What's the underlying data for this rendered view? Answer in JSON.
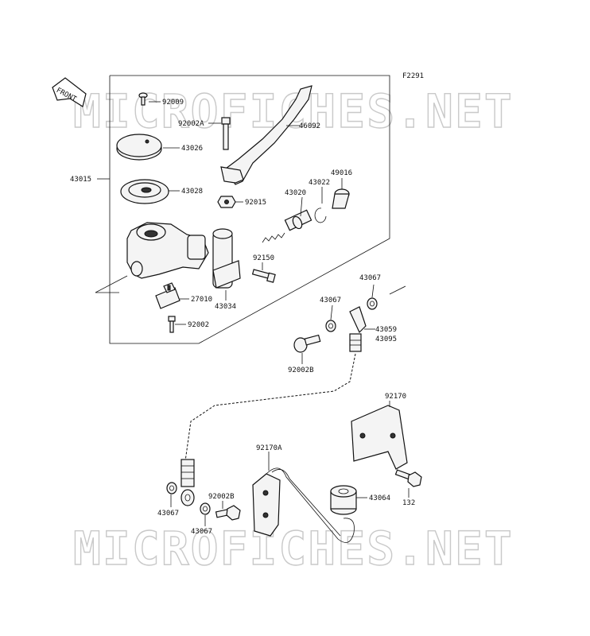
{
  "diagram": {
    "figure_code": "F2291",
    "front_arrow_label": "FRONT",
    "watermark": "MICROFICHES.NET",
    "parts": {
      "p92009": "92009",
      "p92002A": "92002A",
      "p46092": "46092",
      "p43026": "43026",
      "p43015": "43015",
      "p43028": "43028",
      "p92015": "92015",
      "p43020": "43020",
      "p43022": "43022",
      "p49016": "49016",
      "p92150": "92150",
      "p27010": "27010",
      "p43034": "43034",
      "p92002": "92002",
      "p43067_a": "43067",
      "p43067_b": "43067",
      "p43059": "43059",
      "p43095": "43095",
      "p92002B_a": "92002B",
      "p92170": "92170",
      "p92170A": "92170A",
      "p43064": "43064",
      "p132": "132",
      "p92002B_b": "92002B",
      "p43067_c": "43067",
      "p43067_d": "43067"
    }
  }
}
